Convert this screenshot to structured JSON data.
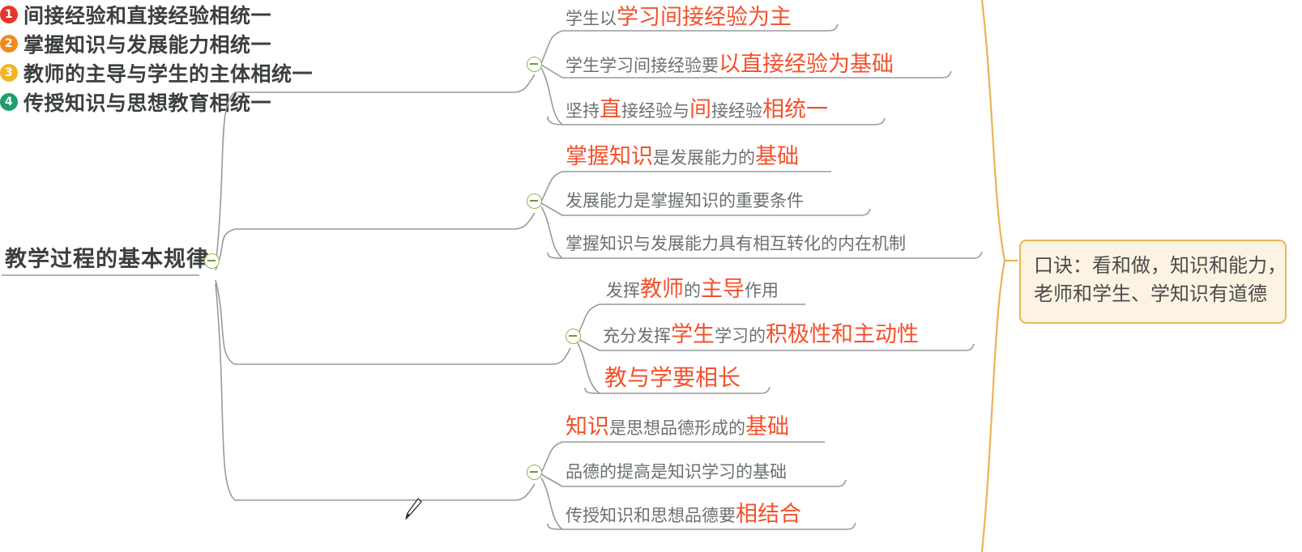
{
  "mindmap": {
    "root": {
      "label": "教学过程的基本规律",
      "toggle_icon": "collapse-toggle-icon"
    },
    "branches": [
      {
        "number": "1",
        "number_color": "#e8352b",
        "label": "间接经验和直接经验相统一",
        "toggle_icon": "collapse-toggle-icon",
        "leaves": [
          {
            "plain": "学生以",
            "highlight": "学习间接经验为主",
            "tail": ""
          },
          {
            "plain": "学生学习间接经验要",
            "highlight": "以直接经验为基础",
            "tail": ""
          },
          {
            "seg1": "坚持",
            "seg2": "直",
            "seg3": "接经验与",
            "seg4": "间",
            "seg5": "接经验",
            "seg6": "相统一"
          }
        ]
      },
      {
        "number": "2",
        "number_color": "#f08b1d",
        "label": "掌握知识与发展能力相统一",
        "toggle_icon": "collapse-toggle-icon",
        "leaves": [
          {
            "lead": "掌握知识",
            "middle": "是发展能力的",
            "trail": "基础"
          },
          {
            "plain": "发展能力是掌握知识的重要条件"
          },
          {
            "plain": "掌握知识与发展能力具有相互转化的内在机制"
          }
        ]
      },
      {
        "number": "3",
        "number_color": "#f5b323",
        "label": "教师的主导与学生的主体相统一",
        "toggle_icon": "collapse-toggle-icon",
        "leaves": [
          {
            "seg1": "发挥",
            "seg2": "教师",
            "seg3": "的",
            "seg4": "主导",
            "seg5": "作用"
          },
          {
            "seg1": "充分发挥",
            "seg2": "学生",
            "seg3": "学习的",
            "seg4": "积极性和主动性"
          },
          {
            "all_red": "教与学要相长"
          }
        ]
      },
      {
        "number": "4",
        "number_color": "#1f9d6e",
        "label": "传授知识与思想教育相统一",
        "toggle_icon": "collapse-toggle-icon",
        "leaves": [
          {
            "lead": "知识",
            "middle": "是思想品德形成的",
            "trail": "基础"
          },
          {
            "plain": "品德的提高是知识学习的基础"
          },
          {
            "plain": "传授知识和思想品德要",
            "highlight": "相结合"
          }
        ]
      }
    ],
    "summary_note": {
      "line1": "口诀：看和做，知识和能力，",
      "line2": "老师和学生、学知识有道德"
    },
    "cursor": {
      "icon": "pen-cursor-icon"
    },
    "colors": {
      "highlight": "#f4512c",
      "text": "#6b7070",
      "heading": "#3b3f3e",
      "toggle_border": "#8cb84a",
      "note_fill": "#fdf3e3",
      "note_border": "#eab458",
      "connector": "#9a9a9a"
    }
  }
}
